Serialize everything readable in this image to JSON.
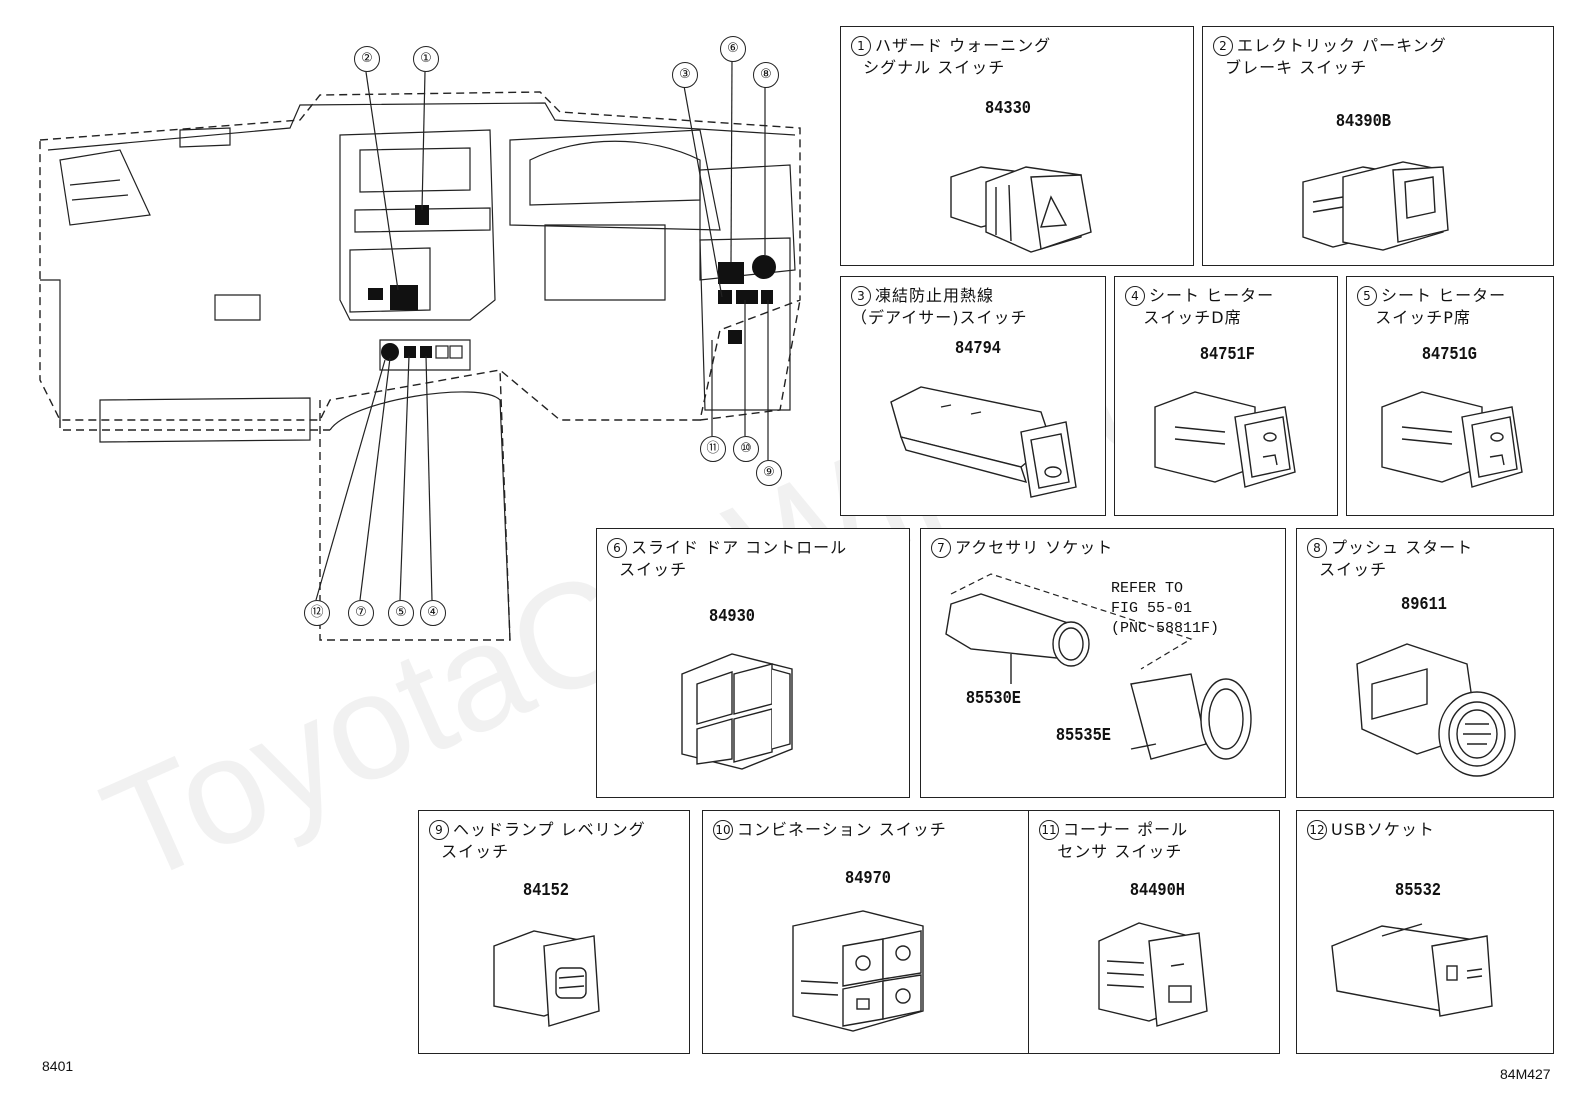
{
  "watermark": "ToyotaCarWiki.ru",
  "corner_left": "8401",
  "corner_right": "84M427",
  "overview": {
    "callouts": [
      "①",
      "②",
      "③",
      "④",
      "⑤",
      "⑥",
      "⑦",
      "⑧",
      "⑨",
      "⑩",
      "⑪",
      "⑫"
    ]
  },
  "panels": [
    {
      "num": "1",
      "title": "ハザード ウォーニング\n  シグナル スイッチ",
      "part": "84330",
      "icon": "hazard-switch-icon"
    },
    {
      "num": "2",
      "title": "エレクトリック パーキング\n  ブレーキ スイッチ",
      "part": "84390B",
      "icon": "parking-brake-switch-icon"
    },
    {
      "num": "3",
      "title": "凍結防止用熱線\n（デアイサー)スイッチ",
      "part": "84794",
      "icon": "deicer-switch-icon"
    },
    {
      "num": "4",
      "title": "シート ヒーター\n   スイッチD席",
      "part": "84751F",
      "icon": "seat-heater-switch-icon"
    },
    {
      "num": "5",
      "title": "シート ヒーター\n   スイッチP席",
      "part": "84751G",
      "icon": "seat-heater-switch-icon"
    },
    {
      "num": "6",
      "title": "スライド ドア コントロール\n  スイッチ",
      "part": "84930",
      "icon": "slide-door-switch-icon"
    },
    {
      "num": "7",
      "title": "アクセサリ ソケット",
      "parts": [
        "85530E",
        "85535E"
      ],
      "note": "REFER TO\nFIG 55-01\n(PNC 58811F)",
      "icon": "accessory-socket-icon"
    },
    {
      "num": "8",
      "title": "プッシュ スタート\n  スイッチ",
      "part": "89611",
      "icon": "push-start-switch-icon"
    },
    {
      "num": "9",
      "title": "ヘッドランプ レベリング\n  スイッチ",
      "part": "84152",
      "icon": "headlamp-leveling-switch-icon"
    },
    {
      "num": "10",
      "title": "コンビネーション スイッチ",
      "part": "84970",
      "icon": "combination-switch-icon"
    },
    {
      "num": "11",
      "title": "コーナー ポール\n   センサ スイッチ",
      "part": "84490H",
      "icon": "corner-pole-switch-icon"
    },
    {
      "num": "12",
      "title": "USBソケット",
      "part": "85532",
      "icon": "usb-socket-icon"
    }
  ]
}
